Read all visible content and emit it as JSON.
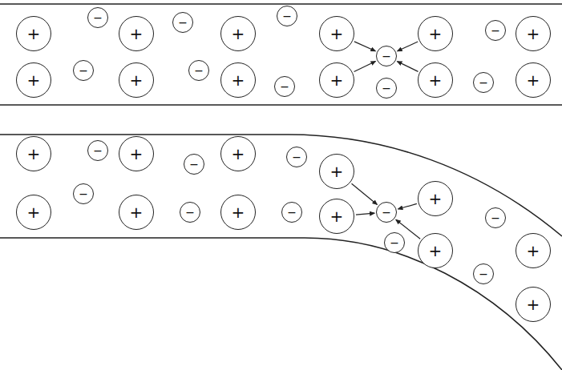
{
  "diagram": {
    "nodes": [
      {
        "text": [
          "+"
        ]
      },
      {
        "text": [
          "+"
        ]
      },
      {
        "text": [
          "+"
        ]
      },
      {
        "text": [
          "+"
        ]
      },
      {
        "text": [
          "+"
        ]
      },
      {
        "text": [
          "+"
        ]
      },
      {
        "text": [
          "+"
        ]
      },
      {
        "text": [
          "+"
        ]
      },
      {
        "text": [
          "+"
        ]
      },
      {
        "text": [
          "+"
        ]
      },
      {
        "text": [
          "+"
        ]
      },
      {
        "text": [
          "+"
        ]
      },
      {
        "text": [
          "−"
        ]
      },
      {
        "text": [
          "−"
        ]
      },
      {
        "text": [
          "−"
        ]
      },
      {
        "text": [
          "−"
        ]
      },
      {
        "text": [
          "−"
        ]
      },
      {
        "text": [
          "−"
        ]
      },
      {
        "text": [
          "−"
        ]
      },
      {
        "text": [
          "−"
        ]
      },
      {
        "text": [
          "−"
        ]
      },
      {
        "text": [
          "−"
        ]
      },
      {
        "text": [
          "+"
        ]
      },
      {
        "text": [
          "+"
        ]
      },
      {
        "text": [
          "+"
        ]
      },
      {
        "text": [
          "+"
        ]
      },
      {
        "text": [
          "+"
        ]
      },
      {
        "text": [
          "+"
        ]
      },
      {
        "text": [
          "+"
        ]
      },
      {
        "text": [
          "+"
        ]
      },
      {
        "text": [
          "+"
        ]
      },
      {
        "text": [
          "+"
        ]
      },
      {
        "text": [
          "+"
        ]
      },
      {
        "text": [
          "+"
        ]
      },
      {
        "text": [
          "−"
        ]
      },
      {
        "text": [
          "−"
        ]
      },
      {
        "text": [
          "−"
        ]
      },
      {
        "text": [
          "−"
        ]
      },
      {
        "text": [
          "−"
        ]
      },
      {
        "text": [
          "−"
        ]
      },
      {
        "text": [
          "−"
        ]
      },
      {
        "text": [
          "−"
        ]
      },
      {
        "text": [
          "−"
        ]
      },
      {
        "text": [
          "−"
        ]
      }
    ],
    "edges": [
      {
        "from": 3,
        "to": 15,
        "arrow": "to"
      },
      {
        "from": 4,
        "to": 15,
        "arrow": "to"
      },
      {
        "from": 9,
        "to": 15,
        "arrow": "to"
      },
      {
        "from": 10,
        "to": 15,
        "arrow": "to"
      },
      {
        "from": 25,
        "to": 40,
        "arrow": "to"
      },
      {
        "from": 29,
        "to": 40,
        "arrow": "to"
      },
      {
        "from": 30,
        "to": 40,
        "arrow": "to"
      },
      {
        "from": 31,
        "to": 40,
        "arrow": "to"
      }
    ]
  }
}
